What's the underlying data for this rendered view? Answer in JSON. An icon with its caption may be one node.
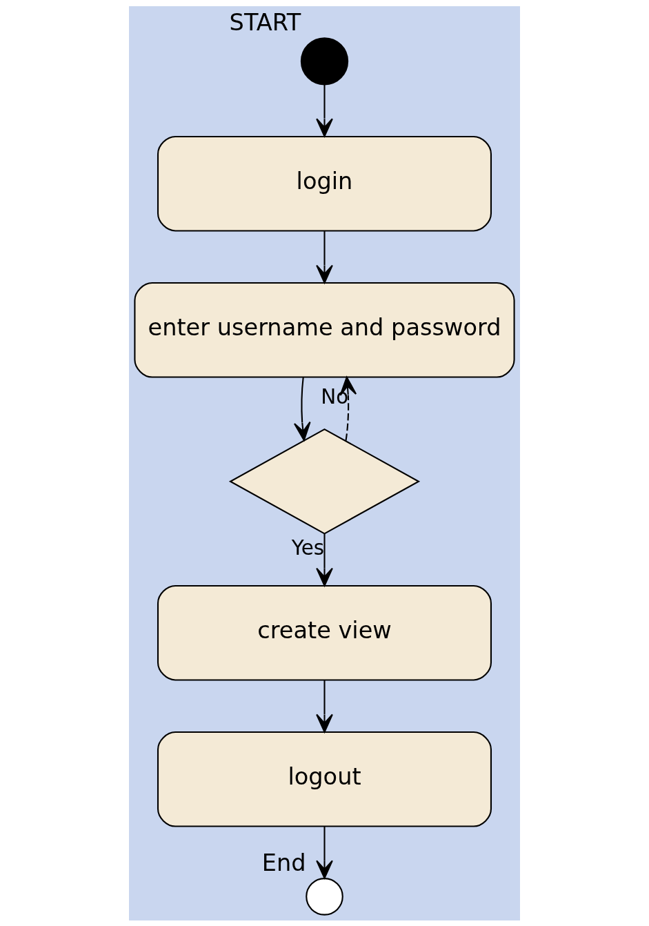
{
  "diagram": {
    "nodes": [
      {
        "text": [],
        "shape": "circle",
        "beside": [
          "START"
        ]
      },
      {
        "text": [
          "login"
        ]
      },
      {
        "text": [
          "enter username and password"
        ]
      },
      {
        "text": [],
        "shape": "diamond"
      },
      {
        "text": [
          "create view"
        ]
      },
      {
        "text": [
          "logout"
        ]
      },
      {
        "text": [],
        "shape": "circle",
        "beside": [
          "End"
        ]
      }
    ],
    "edges": [
      {
        "from": 0,
        "to": 1,
        "arrow": "to"
      },
      {
        "from": 1,
        "to": 2,
        "arrow": "to"
      },
      {
        "from": 2,
        "to": 3,
        "arrow": "to"
      },
      {
        "from": 3,
        "to": 2,
        "arrow": "to",
        "label": "No",
        "style": "dashed"
      },
      {
        "from": 3,
        "to": 4,
        "arrow": "to",
        "label": "Yes"
      },
      {
        "from": 4,
        "to": 5,
        "arrow": "to"
      },
      {
        "from": 5,
        "to": 6,
        "arrow": "to"
      }
    ]
  }
}
